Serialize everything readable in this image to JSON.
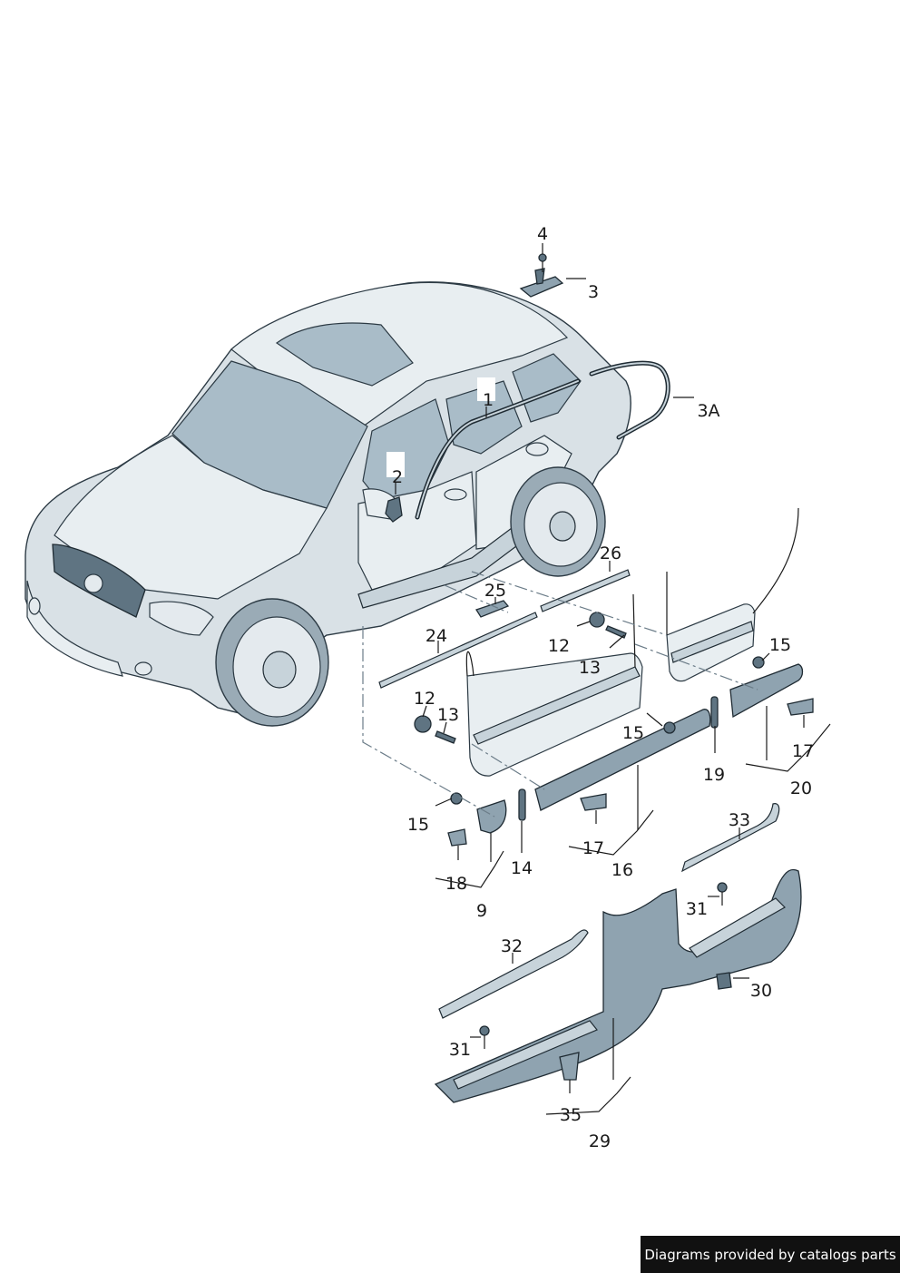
{
  "callouts": {
    "c1": "1",
    "c2": "2",
    "c3": "3",
    "c3a": "3A",
    "c4": "4",
    "c9": "9",
    "c12a": "12",
    "c12b": "12",
    "c13a": "13",
    "c13b": "13",
    "c14": "14",
    "c15a": "15",
    "c15b": "15",
    "c15c": "15",
    "c16": "16",
    "c17a": "17",
    "c17b": "17",
    "c18": "18",
    "c19": "19",
    "c20": "20",
    "c24": "24",
    "c25": "25",
    "c26": "26",
    "c29": "29",
    "c30": "30",
    "c31a": "31",
    "c31b": "31",
    "c32": "32",
    "c33": "33",
    "c35": "35"
  },
  "footer": {
    "credit": "Diagrams provided by catalogs parts"
  }
}
